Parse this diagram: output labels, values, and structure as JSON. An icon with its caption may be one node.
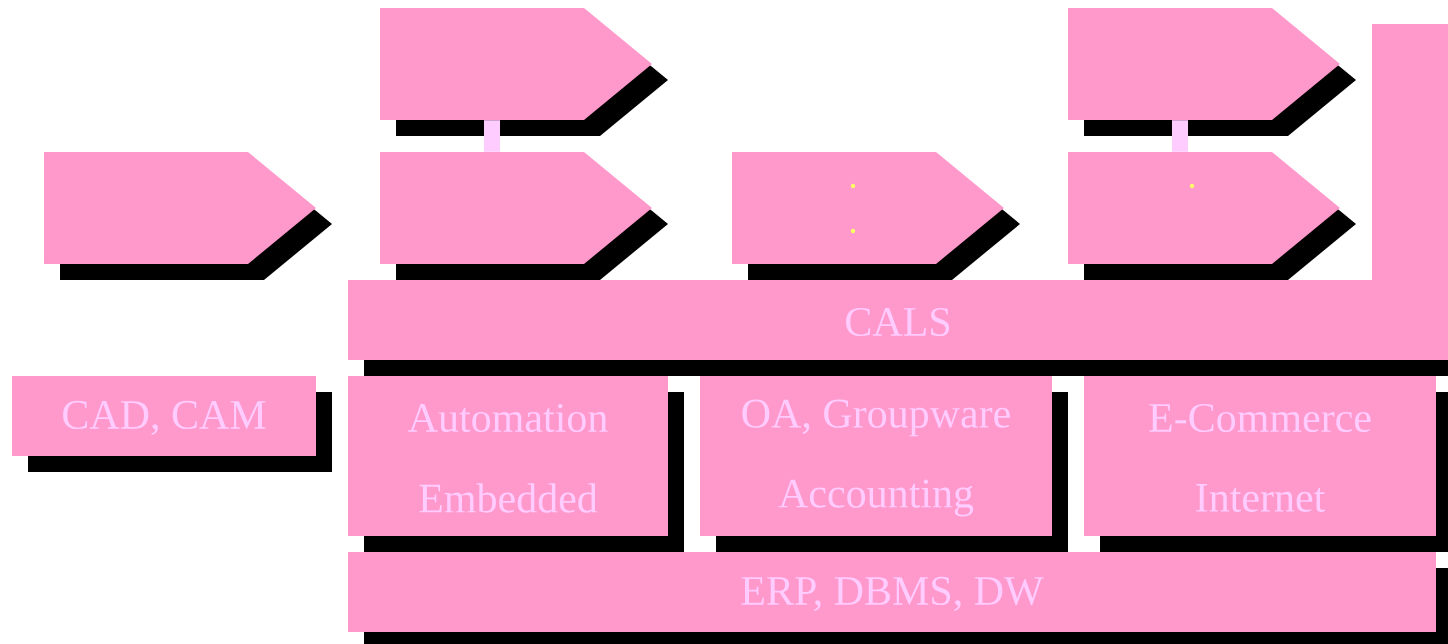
{
  "diagram": {
    "nodes": [
      {
        "text": [],
        "shape": "pentagon"
      },
      {
        "text": [],
        "shape": "pentagon"
      },
      {
        "text": [],
        "shape": "pentagon"
      },
      {
        "text": [],
        "shape": "pentagon"
      },
      {
        "text": [],
        "shape": "pentagon"
      },
      {
        "text": [],
        "shape": "pentagon"
      },
      {
        "text": [
          "CALS"
        ]
      },
      {
        "text": [
          "CAD, CAM"
        ]
      },
      {
        "text": [
          "Automation",
          "Embedded"
        ]
      },
      {
        "text": [
          "OA, Groupware",
          "Accounting"
        ]
      },
      {
        "text": [
          "E-Commerce",
          "Internet"
        ]
      },
      {
        "text": [
          "ERP, DBMS, DW"
        ]
      }
    ],
    "edges": [
      {
        "from": 0,
        "to": 3,
        "arrow": "none"
      },
      {
        "from": 1,
        "to": 5,
        "arrow": "none"
      }
    ]
  }
}
